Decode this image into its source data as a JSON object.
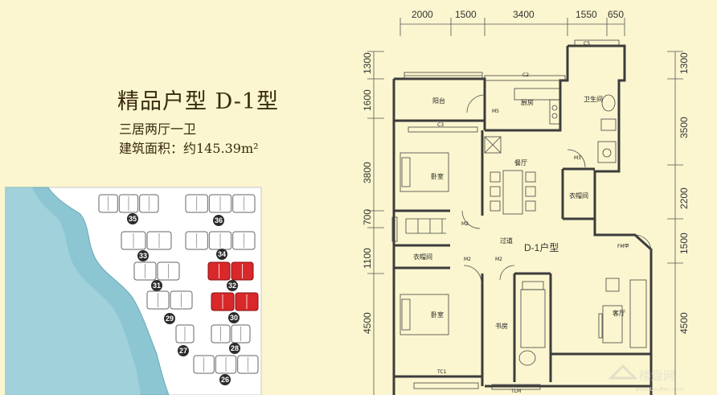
{
  "title": "精品户型 D-1型",
  "layout_type": "三居两厅一卫",
  "area_text": "建筑面积：约145.39m²",
  "top_dimensions": [
    "2000",
    "1500",
    "3400",
    "1550",
    "650"
  ],
  "left_dimensions": [
    "1300",
    "1600",
    "3800",
    "700",
    "1100",
    "4500"
  ],
  "right_dimensions": [
    "1300",
    "3500",
    "2200",
    "1500",
    "4500"
  ],
  "rooms": {
    "balcony": "阳台",
    "kitchen": "厨房",
    "bathroom": "卫生间",
    "dining": "餐厅",
    "bedroom_top": "卧室",
    "closet_right": "衣帽间",
    "corridor": "过道",
    "unit_label": "D-1户型",
    "closet_left": "衣帽间",
    "bedroom_bottom": "卧室",
    "study": "书房",
    "living": "客厅"
  },
  "window_labels": {
    "c5": "C5",
    "c2": "C2",
    "c3": "C3",
    "m5": "M5",
    "m3": "M3",
    "m2a": "M2",
    "m2b": "M2",
    "m2c": "M2",
    "fm": "FM甲",
    "tc1": "TC1",
    "tlm": "TLM"
  },
  "site_plan": {
    "buildings": [
      "35",
      "36",
      "33",
      "34",
      "31",
      "32",
      "29",
      "30",
      "27",
      "28",
      "26"
    ],
    "highlight_color": "#d8282a",
    "water_color": "#7fc0cf",
    "highlighted": [
      "32",
      "30"
    ]
  },
  "watermark": "楼盘网",
  "watermark_url": "www.LouPan.com"
}
